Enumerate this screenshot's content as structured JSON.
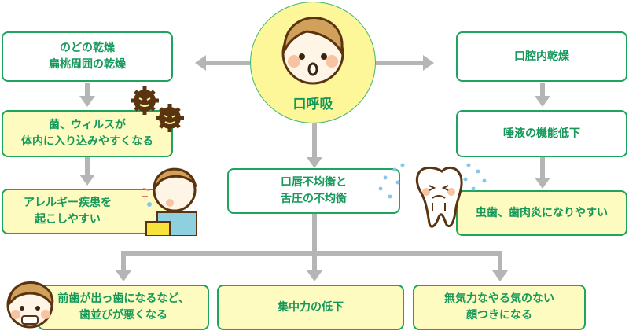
{
  "center": {
    "label": "口呼吸",
    "icon": "boy-open-mouth-face"
  },
  "left_chain": [
    {
      "text": "のどの乾燥\n扁桃周囲の乾燥"
    },
    {
      "text": "菌、ウィルスが\n体内に入り込みやすくなる"
    },
    {
      "text": "アレルギー疾患を\n起こしやすい"
    }
  ],
  "right_chain": [
    {
      "text": "口腔内乾燥"
    },
    {
      "text": "唾液の機能低下"
    },
    {
      "text": "虫歯、歯肉炎になりやすい"
    }
  ],
  "middle": {
    "text": "口唇不均衡と\n舌圧の不均衡"
  },
  "bottom": [
    {
      "text": "前歯が出っ歯になるなど、\n歯並びが悪くなる"
    },
    {
      "text": "集中力の低下"
    },
    {
      "text": "無気力なやる気のない\n顔つきになる"
    }
  ],
  "colors": {
    "border": "#1fa35e",
    "text": "#15985a",
    "arrow": "#b5b5b5",
    "yellow_box": "#fdfbc0",
    "circle": "#fdf79a"
  },
  "illustrations": [
    "germ-icon",
    "sneezing-boy-icon",
    "crying-tooth-icon",
    "buck-teeth-boy-icon"
  ]
}
